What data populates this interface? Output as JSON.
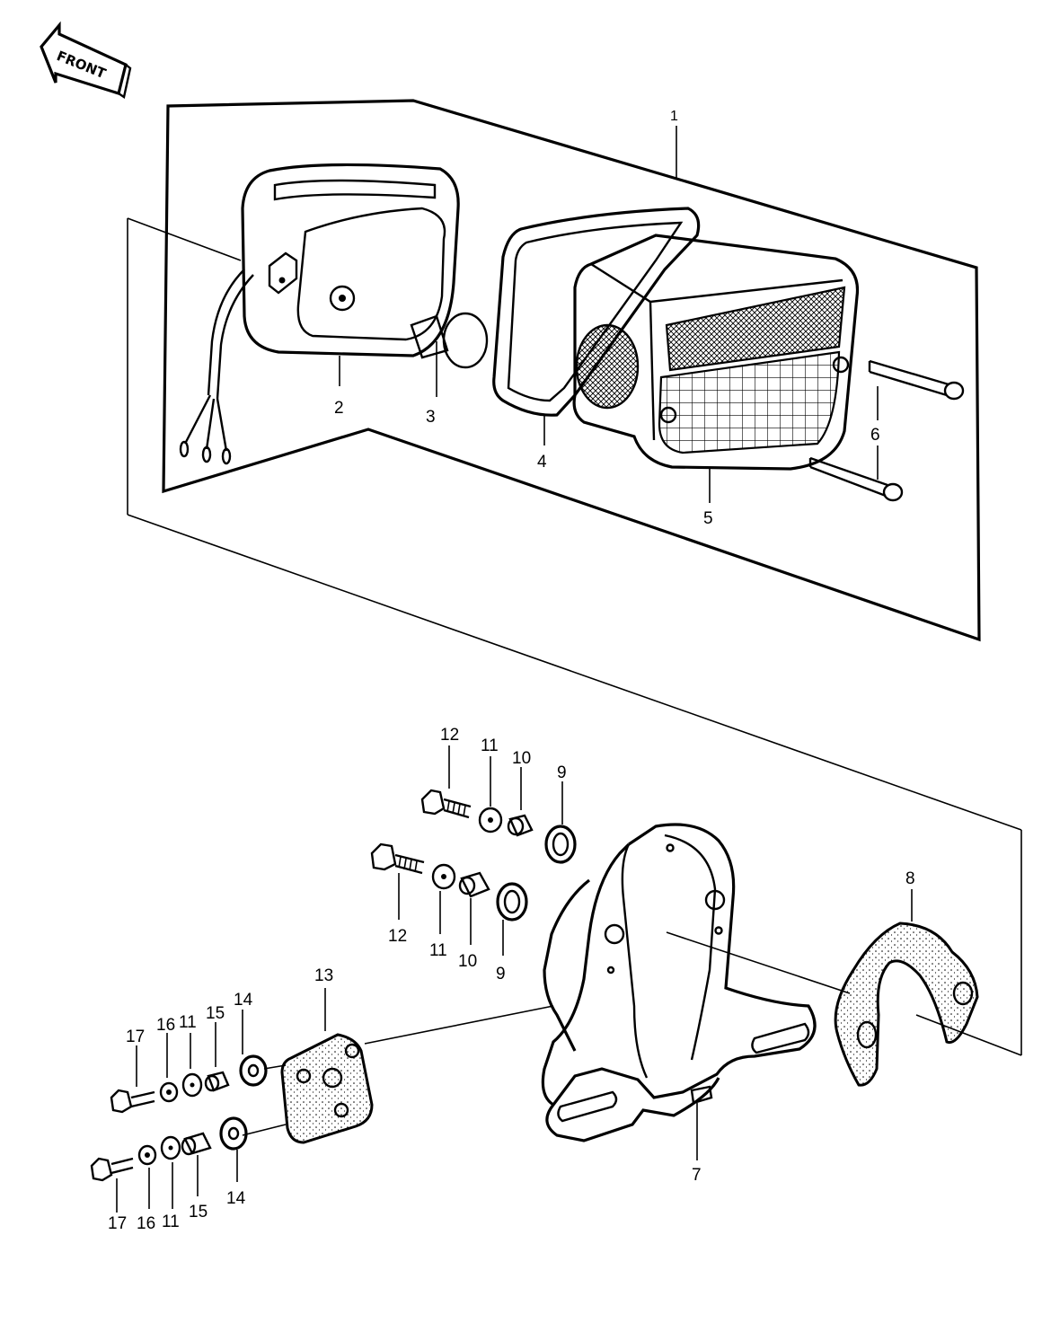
{
  "front_arrow": {
    "label": "FRONT"
  },
  "callouts": {
    "c1": "1",
    "c2": "2",
    "c3": "3",
    "c4": "4",
    "c5": "5",
    "c6": "6",
    "c7": "7",
    "c8": "8",
    "c9a": "9",
    "c9b": "9",
    "c10a": "10",
    "c10b": "10",
    "c11a": "11",
    "c11b": "11",
    "c11c": "11",
    "c11d": "11",
    "c12a": "12",
    "c12b": "12",
    "c13": "13",
    "c14a": "14",
    "c14b": "14",
    "c15a": "15",
    "c15b": "15",
    "c16a": "16",
    "c16b": "16",
    "c17a": "17",
    "c17b": "17"
  },
  "colors": {
    "ink": "#000000",
    "paper": "#ffffff"
  }
}
